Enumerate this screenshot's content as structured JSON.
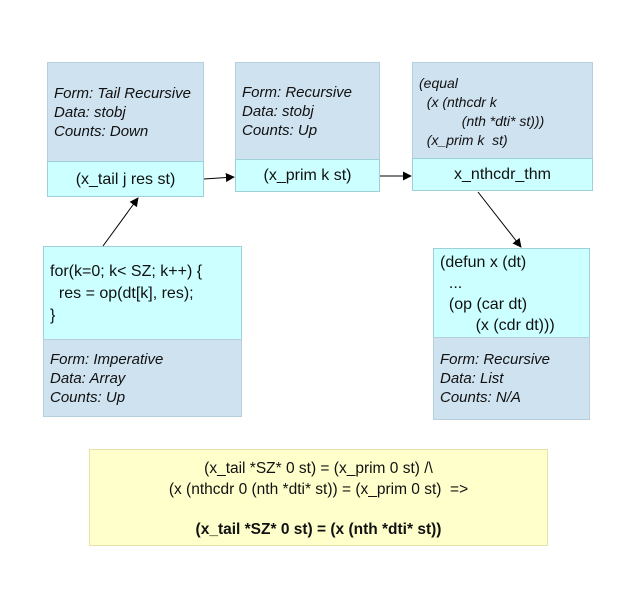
{
  "nodes": {
    "tail": {
      "meta": [
        "Form: Tail Recursive",
        "Data: stobj",
        "Counts: Down"
      ],
      "call": "(x_tail j res st)"
    },
    "prim": {
      "meta": [
        "Form: Recursive",
        "Data: stobj",
        "Counts: Up"
      ],
      "call": "(x_prim k st)"
    },
    "nthcdr": {
      "meta": [
        "(equal",
        "  (x (nthcdr k",
        "           (nth *dti* st)))",
        "  (x_prim k  st)"
      ],
      "call": "x_nthcdr_thm"
    },
    "imperative": {
      "code": [
        "for(k=0; k< SZ; k++) {",
        "  res = op(dt[k], res);",
        "}"
      ],
      "meta": [
        "Form: Imperative",
        "Data: Array",
        "Counts: Up"
      ]
    },
    "defun": {
      "code": [
        "(defun x (dt)",
        "  ...",
        "  (op (car dt)",
        "        (x (cdr dt)))"
      ],
      "meta": [
        "Form: Recursive",
        "Data: List",
        "Counts: N/A"
      ]
    }
  },
  "formula": {
    "line1": "(x_tail *SZ* 0 st) = (x_prim 0 st) /\\",
    "line2": "(x (nthcdr 0 (nth *dti* st)) = (x_prim 0 st)  =>",
    "conclusion": "(x_tail *SZ* 0 st) = (x (nth *dti* st))"
  },
  "colors": {
    "meta_fill": "#cfe2f0",
    "code_fill": "#ccffff",
    "formula_fill": "#ffffcc",
    "arrow": "#000000"
  }
}
